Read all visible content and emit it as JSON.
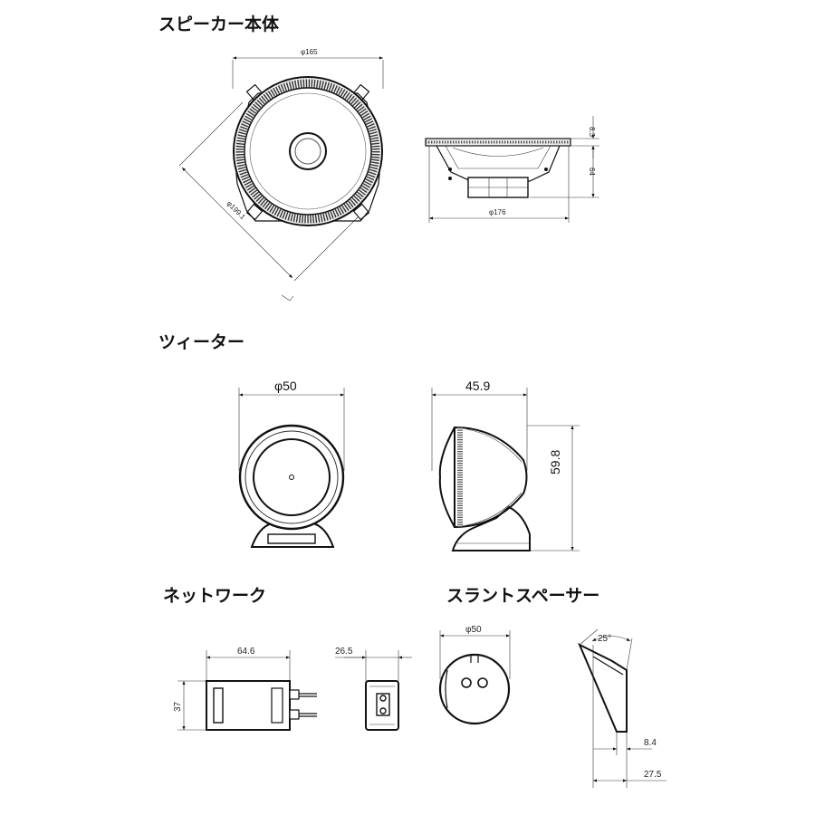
{
  "sections": {
    "speaker": {
      "title": "スピーカー本体",
      "dia_outer": "φ165",
      "dia_diag": "φ199.1",
      "height_top": "8.3",
      "height_body": "64",
      "depth_width": "φ176"
    },
    "tweeter": {
      "title": "ツィーター",
      "dia": "φ50",
      "depth": "45.9",
      "height": "59.8"
    },
    "network": {
      "title": "ネットワーク",
      "width": "64.6",
      "height": "37",
      "side_width": "26.5"
    },
    "spacer": {
      "title": "スラントスペーサー",
      "dia": "φ50",
      "angle": "25°",
      "thick_min": "8.4",
      "thick_max": "27.5"
    }
  }
}
